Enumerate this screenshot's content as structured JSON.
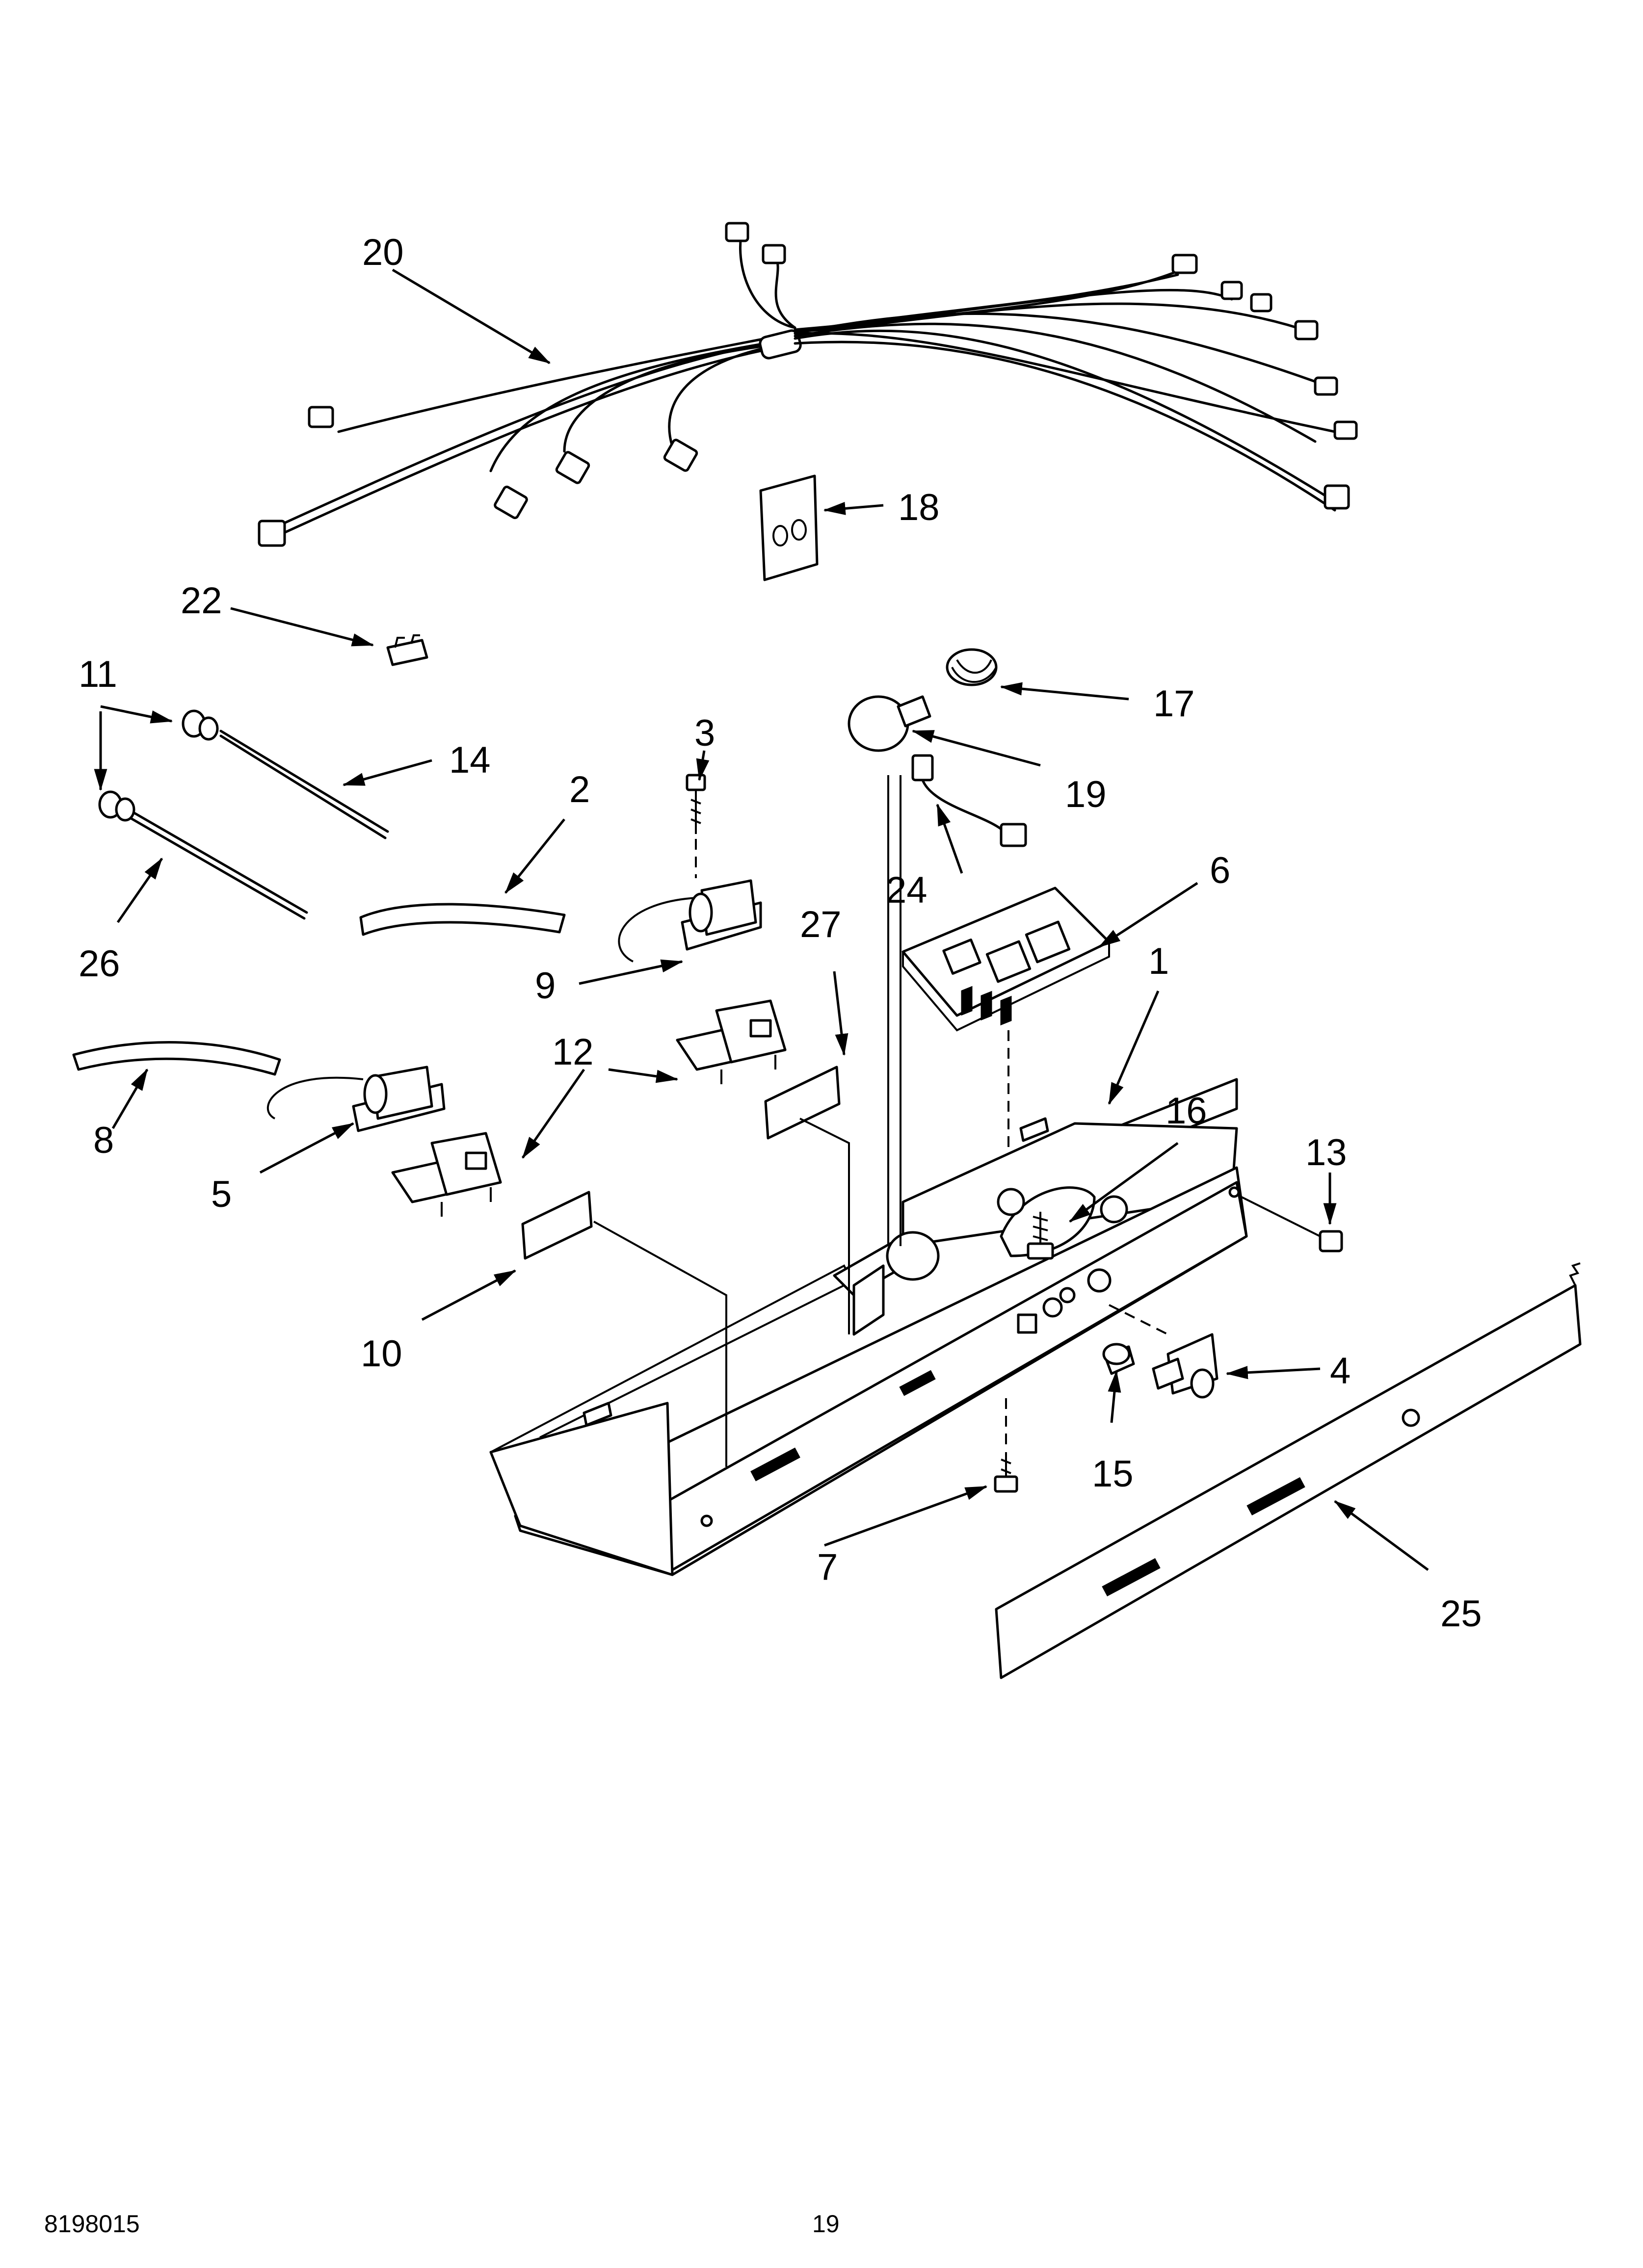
{
  "callouts": {
    "c1": "1",
    "c2": "2",
    "c3": "3",
    "c4": "4",
    "c5": "5",
    "c6": "6",
    "c7": "7",
    "c8": "8",
    "c9": "9",
    "c10": "10",
    "c11": "11",
    "c12": "12",
    "c13": "13",
    "c14": "14",
    "c15": "15",
    "c16": "16",
    "c17": "17",
    "c18": "18",
    "c19": "19",
    "c20": "20",
    "c22": "22",
    "c24": "24",
    "c25": "25",
    "c26": "26",
    "c27": "27"
  },
  "footer": {
    "doc_number": "8198015",
    "page_number": "19"
  }
}
